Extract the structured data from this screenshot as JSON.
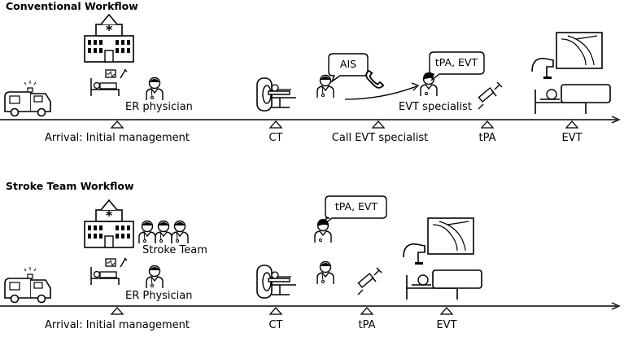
{
  "conventional": {
    "title": "Conventional Workflow",
    "er_label": "ER physician",
    "ais_bubble": "AIS",
    "specialist_bubble": "tPA, EVT",
    "specialist_label": "EVT specialist",
    "ticks": [
      "Arrival: Initial management",
      "CT",
      "Call EVT specialist",
      "tPA",
      "EVT"
    ]
  },
  "stroke_team": {
    "title": "Stroke Team Workflow",
    "team_label": "Stroke Team",
    "er_label": "ER Physician",
    "bubble": "tPA, EVT",
    "ticks": [
      "Arrival: Initial management",
      "CT",
      "tPA",
      "EVT"
    ]
  }
}
